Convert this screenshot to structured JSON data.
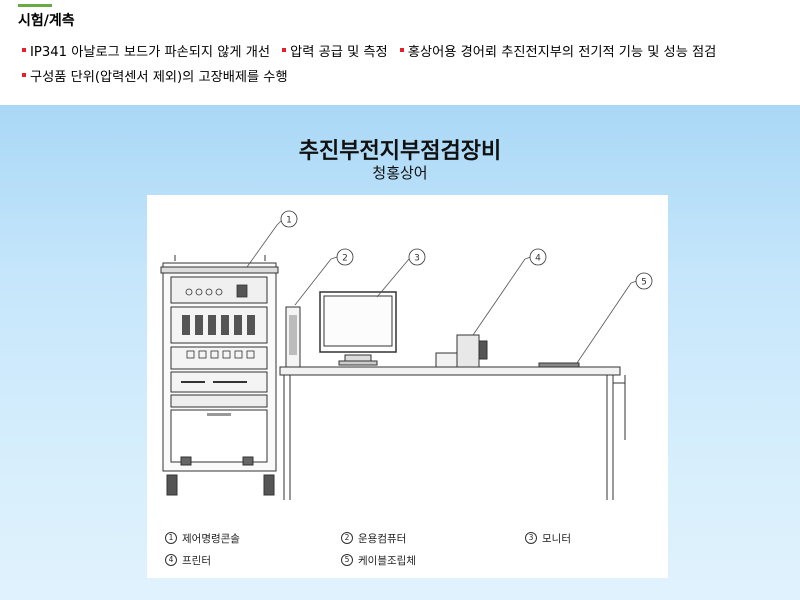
{
  "header": {
    "section_title": "시험/계측",
    "bullets": [
      "IP341 아날로그 보드가 파손되지 않게 개선",
      "압력 공급 및 측정",
      "홍상어용 경어뢰 추진전지부의 전기적 기능 및 성능 점검",
      "구성품 단위(압력센서 제외)의 고장배제를 수행"
    ]
  },
  "main": {
    "title": "추진부전지부점검장비",
    "subtitle": "청홍상어"
  },
  "figure": {
    "callouts": [
      "1",
      "2",
      "3",
      "4",
      "5"
    ],
    "legend": [
      {
        "num": "1",
        "label": "제어명령콘솔"
      },
      {
        "num": "2",
        "label": "운용컴퓨터"
      },
      {
        "num": "3",
        "label": "모니터"
      },
      {
        "num": "4",
        "label": "프린터"
      },
      {
        "num": "5",
        "label": "케이블조립체"
      }
    ]
  },
  "colors": {
    "accent_line": "#6aaa44",
    "bullet": "#e3232c",
    "panel_top": "#a9d8f6",
    "panel_bottom": "#e0f2fd"
  }
}
